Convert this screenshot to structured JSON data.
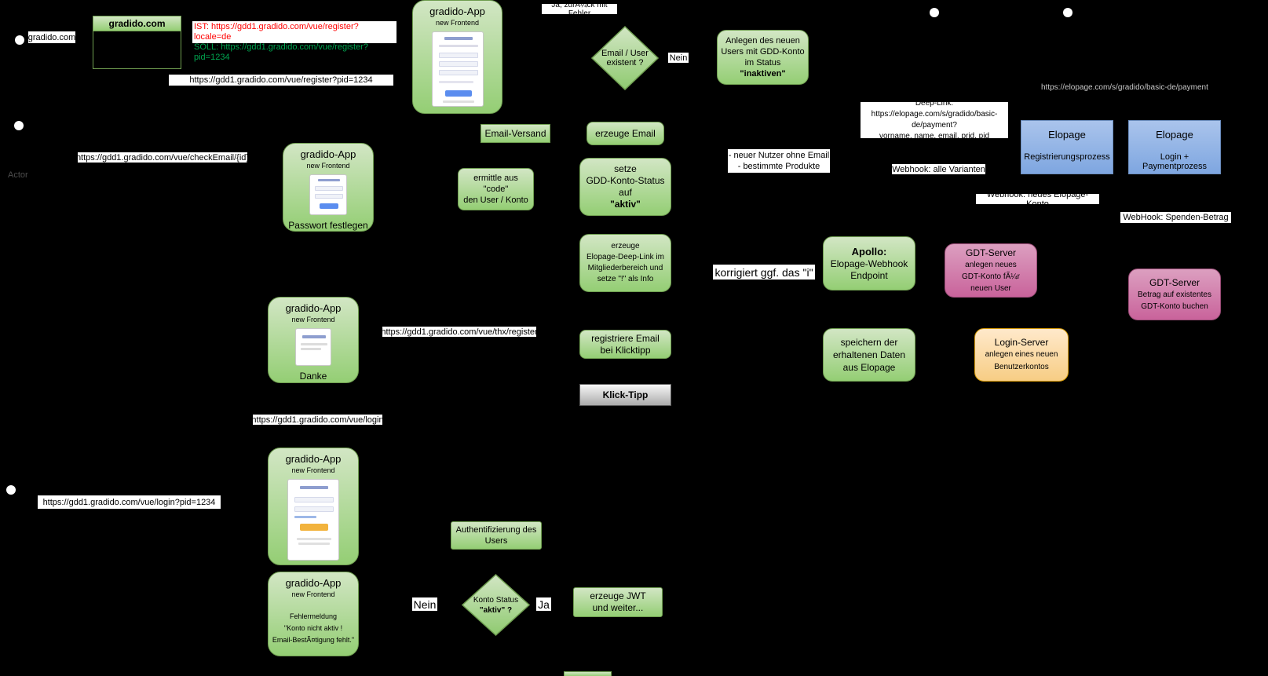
{
  "labels": {
    "actor": "Actor",
    "gradido_site": "gradido.com",
    "ist": "IST: https://gdd1.gradido.com/vue/register?locale=de",
    "soll": "SOLL: https://gdd1.gradido.com/vue/register?pid=1234",
    "url_register_pid": "https://gdd1.gradido.com/vue/register?pid=1234",
    "ja_zurueck_mit_fehler": "Ja, zurÃ¼ck mit Fehler",
    "nein_top": "Nein",
    "email_versand": "Email-Versand",
    "url_checkemail": "https://gdd1.gradido.com/vue/checkEmail/{id}",
    "neuer_nutzer_note": "- neuer Nutzer ohne Email\n- bestimmte Produkte",
    "url_elopage_payment": "https://elopage.com/s/gradido/basic-de/payment",
    "webhook_alle_varianten": "Webhook: alle Varianten",
    "webhook_neues_elopage_konto": "Webhook: neues Elopage-Konto",
    "webhook_spenden_betrag": "WebHook: Spenden-Betrag",
    "korrigiert_ggf": "korrigiert ggf. das \"i\"",
    "url_thx_register": "https://gdd1.gradido.com/vue/thx/register",
    "url_login": "https://gdd1.gradido.com/vue/login",
    "url_login_pid": "https://gdd1.gradido.com/vue/login?pid=1234",
    "nein_bottom": "Nein",
    "ja_bottom": "Ja"
  },
  "nodes": {
    "gradido_container": {
      "title": "gradido.com"
    },
    "app_register": {
      "title": "gradido-App",
      "subtitle": "new Frontend"
    },
    "decision_email_exists": {
      "text": "Email / User\nexistent ?"
    },
    "create_inactive_user": {
      "text": "Anlegen des neuen\nUsers mit GDD-Konto\nim Status",
      "bold": "\"inaktiven\""
    },
    "erzeuge_email": {
      "text": "erzeuge Email"
    },
    "ermittle_user": {
      "text": "ermittle aus\n\"code\"\nden User / Konto"
    },
    "setze_status_aktiv": {
      "text": "setze\nGDD-Konto-Status\nauf",
      "bold": "\"aktiv\""
    },
    "deep_link_note": {
      "text": "Deep-Link:\nhttps://elopage.com/s/gradido/basic-de/payment?\nvorname, name, email, prid, pid"
    },
    "elopage_registrierung": {
      "title": "Elopage",
      "subtitle": "Registrierungsprozess"
    },
    "elopage_login_payment": {
      "title": "Elopage",
      "subtitle": "Login + Paymentprozess"
    },
    "app_password": {
      "title": "gradido-App",
      "subtitle": "new Frontend",
      "caption": "Passwort festlegen"
    },
    "erzeuge_elopage_deeplink": {
      "text": "erzeuge\nElopage-Deep-Link im\nMitgliederbereich und\nsetze \"!\" als Info"
    },
    "apollo_webhook": {
      "bold": "Apollo:",
      "text": "Elopage-Webhook\nEndpoint"
    },
    "gdt_server_anlegen": {
      "title": "GDT-Server",
      "text": "anlegen neues\nGDT-Konto fÃ¼r\nneuen User"
    },
    "gdt_server_buchen": {
      "title": "GDT-Server",
      "text": "Betrag auf existentes\nGDT-Konto buchen"
    },
    "app_danke": {
      "title": "gradido-App",
      "subtitle": "new Frontend",
      "caption": "Danke"
    },
    "registriere_klicktipp": {
      "text": "registriere Email\nbei Klicktipp"
    },
    "klick_tipp": {
      "text": "Klick-Tipp"
    },
    "speichern_elopage_daten": {
      "text": "speichern der\nerhaltenen Daten\naus Elopage"
    },
    "login_server": {
      "title": "Login-Server",
      "text": "anlegen eines neuen\nBenutzerkontos"
    },
    "app_login": {
      "title": "gradido-App",
      "subtitle": "new Frontend"
    },
    "authentifizierung": {
      "text": "Authentifizierung des\nUsers"
    },
    "decision_konto_aktiv": {
      "text": "Konto Status",
      "bold": "\"aktiv\" ?"
    },
    "erzeuge_jwt": {
      "text": "erzeuge JWT\nund weiter..."
    },
    "app_fehlermeldung": {
      "title": "gradido-App",
      "subtitle": "new Frontend",
      "text": "Fehlermeldung\n\"Konto nicht aktiv !\nEmail-BestÃ¤tigung fehlt.\""
    }
  }
}
